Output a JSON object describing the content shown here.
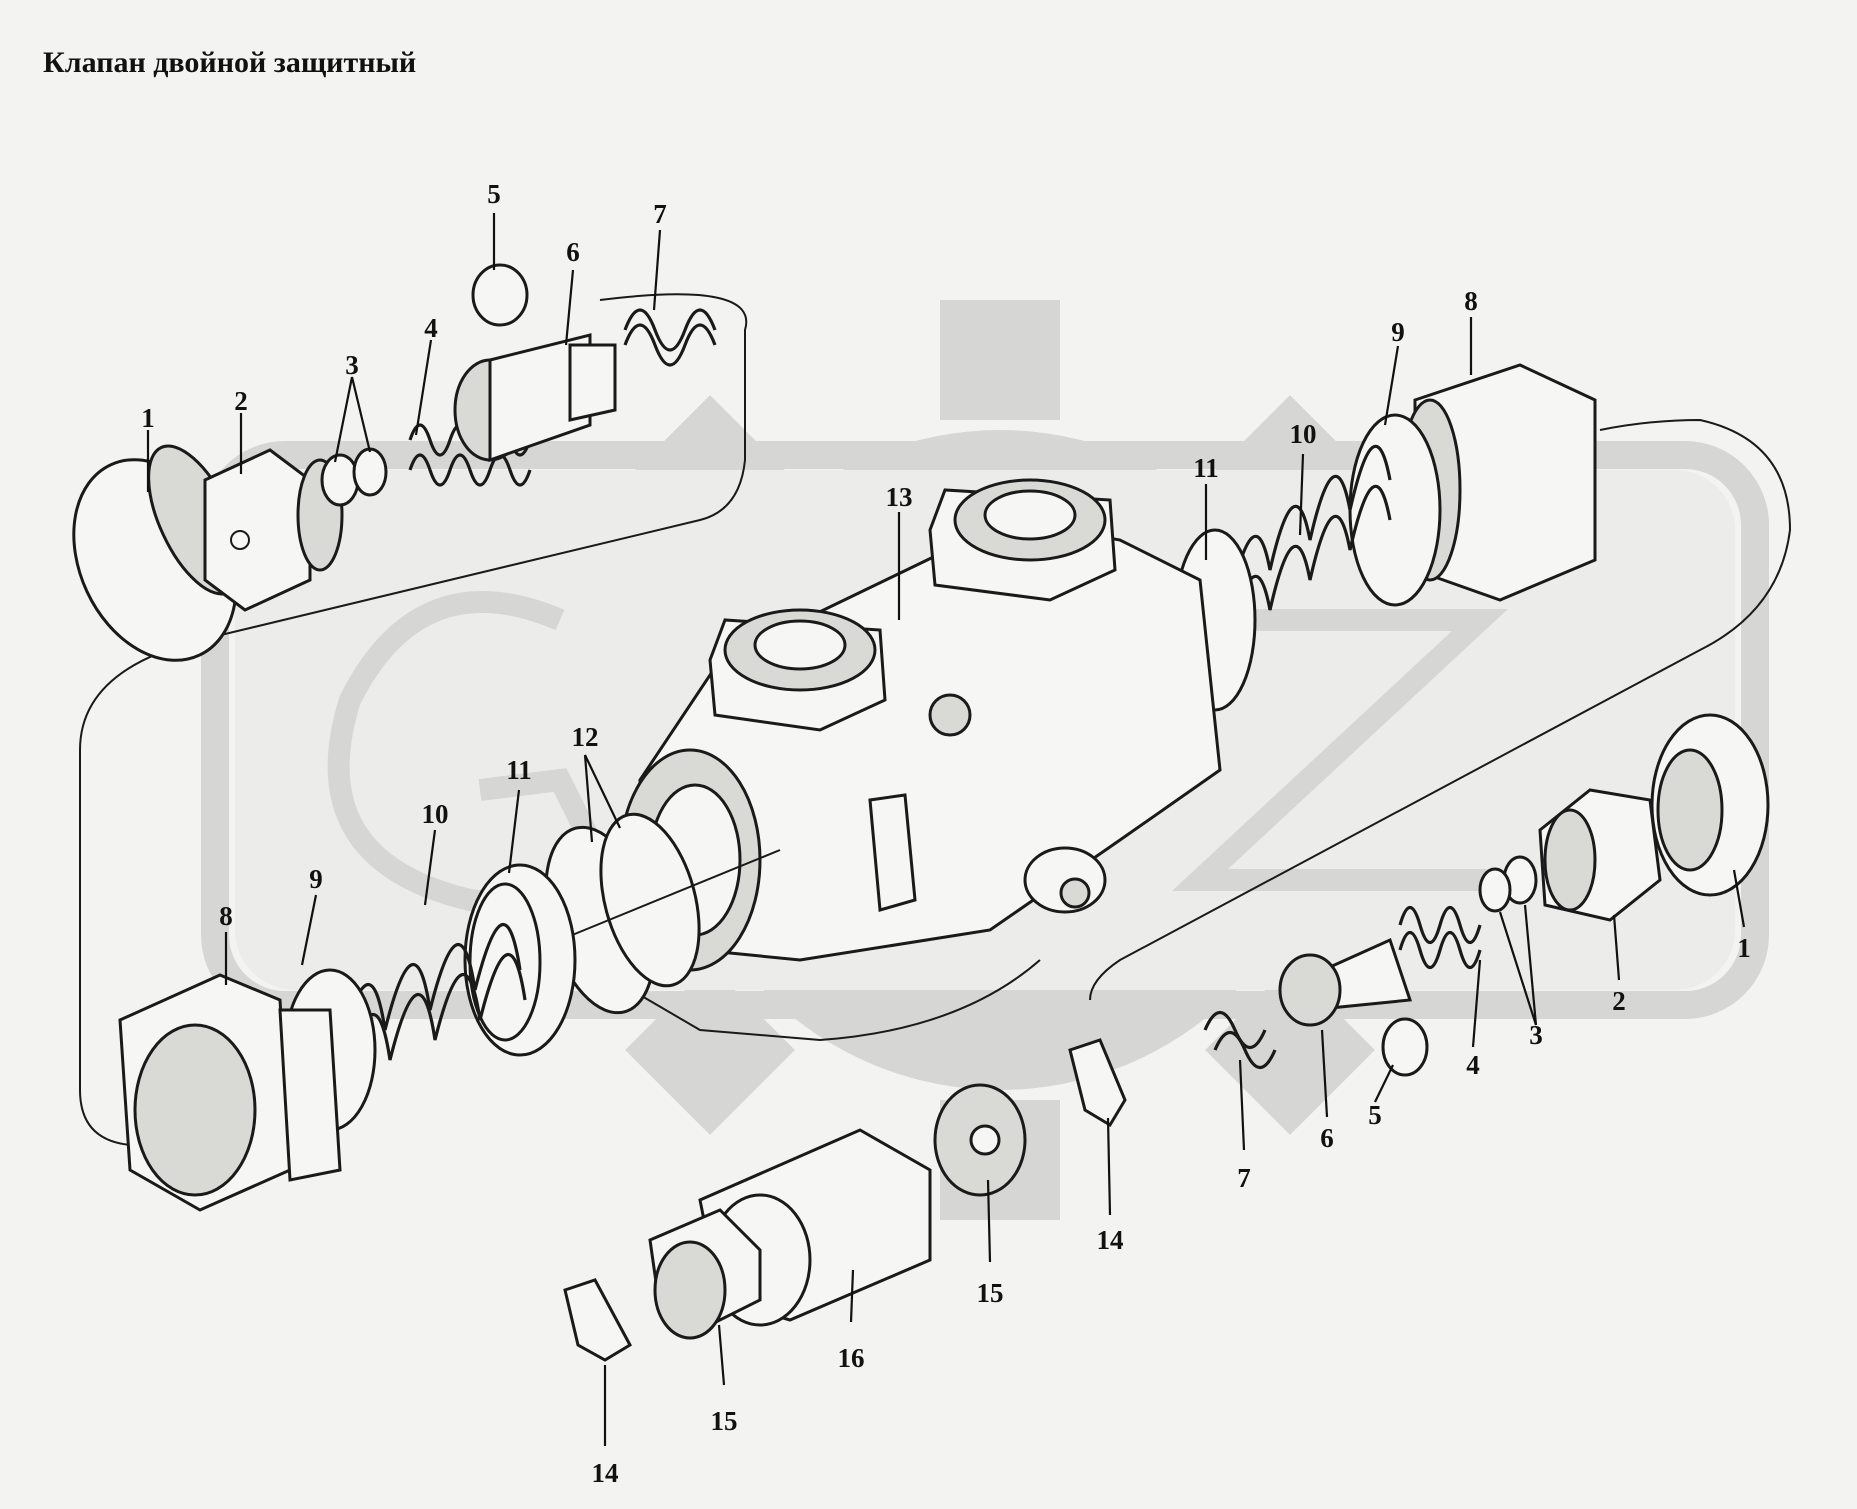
{
  "title": "Клапан двойной защитный",
  "watermark": {
    "color": "#d6d6d4"
  },
  "callouts": [
    {
      "id": "c1-left",
      "text": "1"
    },
    {
      "id": "c2-left",
      "text": "2"
    },
    {
      "id": "c3-left",
      "text": "3"
    },
    {
      "id": "c4-left",
      "text": "4"
    },
    {
      "id": "c5-left",
      "text": "5"
    },
    {
      "id": "c6-left",
      "text": "6"
    },
    {
      "id": "c7-left",
      "text": "7"
    },
    {
      "id": "c8-right-top",
      "text": "8"
    },
    {
      "id": "c9-right-top",
      "text": "9"
    },
    {
      "id": "c10-right-top",
      "text": "10"
    },
    {
      "id": "c11-right-top",
      "text": "11"
    },
    {
      "id": "c13",
      "text": "13"
    },
    {
      "id": "c12",
      "text": "12"
    },
    {
      "id": "c11-left",
      "text": "11"
    },
    {
      "id": "c10-left",
      "text": "10"
    },
    {
      "id": "c9-left",
      "text": "9"
    },
    {
      "id": "c8-left",
      "text": "8"
    },
    {
      "id": "c1-right",
      "text": "1"
    },
    {
      "id": "c2-right",
      "text": "2"
    },
    {
      "id": "c3-right",
      "text": "3"
    },
    {
      "id": "c4-right",
      "text": "4"
    },
    {
      "id": "c5-right",
      "text": "5"
    },
    {
      "id": "c6-right",
      "text": "6"
    },
    {
      "id": "c7-right",
      "text": "7"
    },
    {
      "id": "c14-right",
      "text": "14"
    },
    {
      "id": "c15-right",
      "text": "15"
    },
    {
      "id": "c16",
      "text": "16"
    },
    {
      "id": "c15-left",
      "text": "15"
    },
    {
      "id": "c14-left",
      "text": "14"
    }
  ]
}
